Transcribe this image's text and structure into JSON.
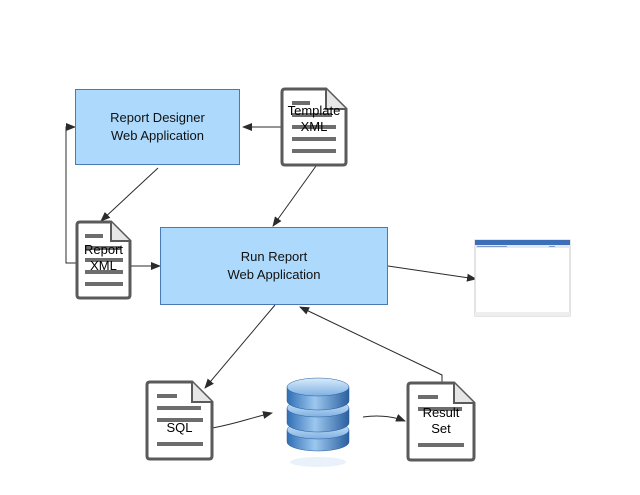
{
  "colors": {
    "process_fill": "#addafc",
    "process_border": "#4a7ab5",
    "doc_fill": "#ffffff",
    "doc_outline": "#5a5a5a",
    "doc_lines": "#6d6d6d",
    "arrow": "#2b2b2b",
    "db_blue": "#4f86c6"
  },
  "nodes": {
    "report_designer": {
      "line1": "Report Designer",
      "line2": "Web Application",
      "icon": "process-box"
    },
    "run_report": {
      "line1": "Run Report",
      "line2": "Web Application",
      "icon": "process-box"
    },
    "template_xml": {
      "line1": "Template",
      "line2": "XML",
      "icon": "document-icon"
    },
    "report_xml": {
      "line1": "Report",
      "line2": "XML",
      "icon": "document-icon"
    },
    "sql": {
      "line1": "SQL",
      "icon": "document-icon"
    },
    "result_set": {
      "line1": "Result",
      "line2": "Set",
      "icon": "document-icon"
    },
    "database": {
      "icon": "database-icon"
    },
    "report_output": {
      "icon": "report-window-thumbnail"
    }
  }
}
